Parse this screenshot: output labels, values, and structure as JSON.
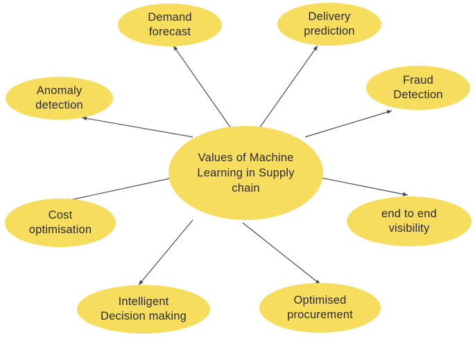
{
  "diagram": {
    "line_color": "#4a4a4a",
    "node_color": "#f6dd5e",
    "text_color": "#2a2a2a",
    "center": {
      "label": "Values of Machine\nLearning in Supply\nchain"
    },
    "nodes": [
      {
        "id": "demand-forecast",
        "label": "Demand\nforecast"
      },
      {
        "id": "delivery-prediction",
        "label": "Delivery\nprediction"
      },
      {
        "id": "anomaly-detection",
        "label": "Anomaly\ndetection"
      },
      {
        "id": "fraud-detection",
        "label": "Fraud\nDetection"
      },
      {
        "id": "cost-optimisation",
        "label": "Cost\noptimisation"
      },
      {
        "id": "end-to-end-visibility",
        "label": "end to end\nvisibility"
      },
      {
        "id": "intelligent-decision-making",
        "label": "Intelligent\nDecision making"
      },
      {
        "id": "optimised-procurement",
        "label": "Optimised\nprocurement"
      }
    ]
  }
}
